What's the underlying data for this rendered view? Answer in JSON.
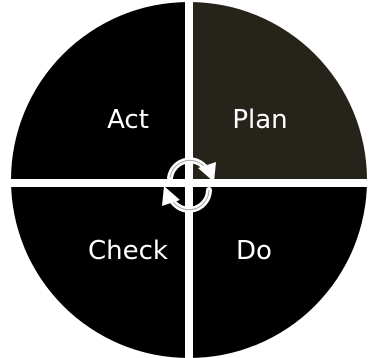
{
  "diagram": {
    "quadrants": {
      "top_left": {
        "label": "Act",
        "color": "#000000"
      },
      "top_right": {
        "label": "Plan",
        "color": "#25231a"
      },
      "bottom_left": {
        "label": "Check",
        "color": "#000000"
      },
      "bottom_right": {
        "label": "Do",
        "color": "#000000"
      }
    },
    "divider_color": "#ffffff",
    "center_icon": "refresh-cycle-icon"
  }
}
